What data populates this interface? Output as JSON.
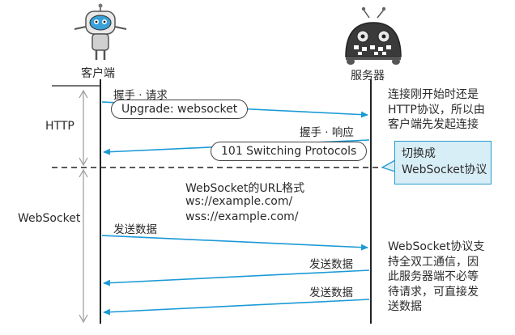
{
  "actors": {
    "client": "客户端",
    "server": "服务器"
  },
  "phases": {
    "http": "HTTP",
    "websocket": "WebSocket"
  },
  "messages": {
    "handshake_request": "握手 · 请求",
    "upgrade_header": "Upgrade: websocket",
    "handshake_response": "握手 · 响应",
    "switching_protocols": "101 Switching Protocols",
    "send_data_1": "发送数据",
    "send_data_2": "发送数据",
    "send_data_3": "发送数据"
  },
  "url_format": {
    "title": "WebSocket的URL格式",
    "ws": "ws://example.com/",
    "wss": "wss://example.com/"
  },
  "notes": {
    "connection_start": [
      "连接刚开始时还是",
      "HTTP协议，所以由",
      "客户端先发起连接"
    ],
    "full_duplex": [
      "WebSocket协议支",
      "持全双工通信，因",
      "此服务器端不必等",
      "待请求，可直接发",
      "送数据"
    ]
  },
  "callout": [
    "切换成",
    "WebSocket协议"
  ],
  "colors": {
    "arrow": "#1c9ad6",
    "line": "#222222",
    "bracket": "#9a9a9a",
    "callout_fill": "#d8eef6",
    "callout_border": "#2a9bd0"
  }
}
